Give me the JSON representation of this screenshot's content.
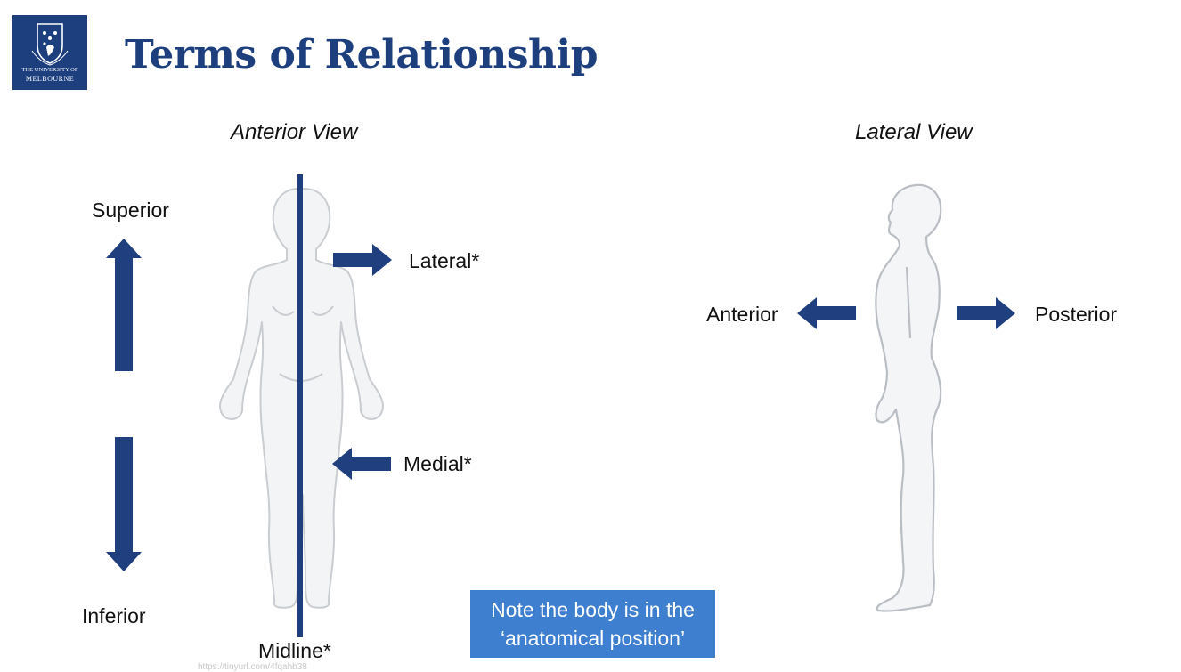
{
  "logo": {
    "line1": "THE UNIVERSITY OF",
    "line2": "MELBOURNE"
  },
  "title": "Terms of Relationship",
  "anterior_view": {
    "heading": "Anterior View",
    "superior": "Superior",
    "inferior": "Inferior",
    "lateral": "Lateral*",
    "medial": "Medial*",
    "midline": "Midline*"
  },
  "lateral_view": {
    "heading": "Lateral View",
    "anterior": "Anterior",
    "posterior": "Posterior"
  },
  "note": {
    "line1": "Note the body is in the",
    "line2": "‘anatomical position’"
  },
  "source_url": "https://tinyurl.com/4fqahb38",
  "colors": {
    "brand_navy": "#1d3f7d",
    "arrow_navy": "#1f3f7f",
    "note_blue": "#3f7fcf",
    "figure_outline": "#c9cdd2"
  }
}
